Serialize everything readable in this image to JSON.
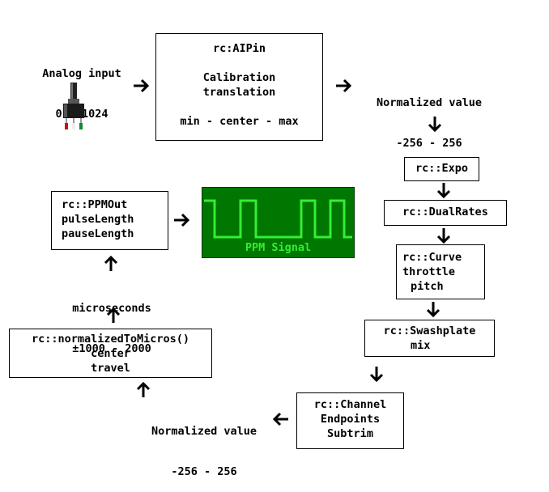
{
  "analog_input": {
    "line1": "Analog input",
    "line2": "0 - 1024",
    "icon": "potentiometer-icon"
  },
  "aipin": {
    "title": "rc:AIPin",
    "line1": "Calibration",
    "line2": "translation",
    "line3": "min - center - max"
  },
  "normalized_top": {
    "line1": "Normalized value",
    "line2": "-256 - 256"
  },
  "expo": {
    "title": "rc::Expo"
  },
  "dualrates": {
    "title": "rc::DualRates"
  },
  "curve": {
    "title": "rc::Curve",
    "line1": "throttle",
    "line2": "pitch"
  },
  "swashplate": {
    "title": "rc::Swashplate",
    "line1": "mix"
  },
  "channel": {
    "title": "rc::Channel",
    "line1": "Endpoints",
    "line2": "Subtrim"
  },
  "normalized_bottom": {
    "line1": "Normalized value",
    "line2": "-256 - 256"
  },
  "to_micros": {
    "title": "rc::normalizedToMicros()",
    "line1": "center",
    "line2": "travel"
  },
  "microseconds": {
    "line1": "microseconds",
    "line2": "±1000 - 2000"
  },
  "ppmout": {
    "title": "rc::PPMOut",
    "line1": "pulseLength",
    "line2": "pauseLength"
  },
  "ppm_signal": {
    "label": "PPM Signal",
    "bg_color": "#007700",
    "trace_color": "#33ee33"
  }
}
